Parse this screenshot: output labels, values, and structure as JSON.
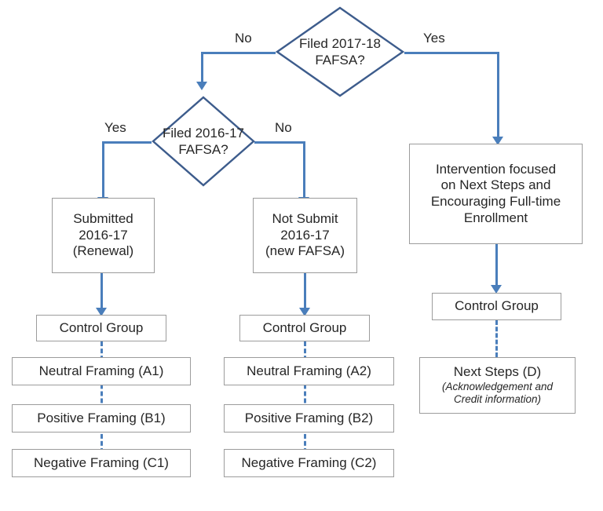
{
  "diagram": {
    "title": "FAFSA filing decision flowchart with intervention arms",
    "colors": {
      "connector": "#4a7ebb",
      "diamond_stroke": "#3d5c8c",
      "box_border": "#9c9c9c",
      "text": "#262626",
      "background": "#ffffff"
    }
  },
  "decisions": {
    "d1": {
      "line1": "Filed 2017-18",
      "line2": "FAFSA?"
    },
    "d2": {
      "line1": "Filed 2016-17",
      "line2": "FAFSA?"
    }
  },
  "branch_labels": {
    "d1_no": "No",
    "d1_yes": "Yes",
    "d2_yes": "Yes",
    "d2_no": "No"
  },
  "left_column": {
    "outcome": {
      "line1": "Submitted",
      "line2": "2016-17",
      "line3": "(Renewal)"
    },
    "control": "Control Group",
    "arms": [
      "Neutral Framing (A1)",
      "Positive Framing (B1)",
      "Negative Framing (C1)"
    ]
  },
  "middle_column": {
    "outcome": {
      "line1": "Not Submit",
      "line2": "2016-17",
      "line3": "(new FAFSA)"
    },
    "control": "Control Group",
    "arms": [
      "Neutral Framing (A2)",
      "Positive Framing (B2)",
      "Negative Framing (C2)"
    ]
  },
  "right_column": {
    "intervention": {
      "line1": "Intervention focused",
      "line2": "on Next Steps and",
      "line3": "Encouraging Full-time",
      "line4": "Enrollment"
    },
    "control": "Control Group",
    "arm": {
      "title": "Next Steps (D)",
      "sub_line1": "(Acknowledgement and",
      "sub_line2": "Credit information)"
    }
  }
}
